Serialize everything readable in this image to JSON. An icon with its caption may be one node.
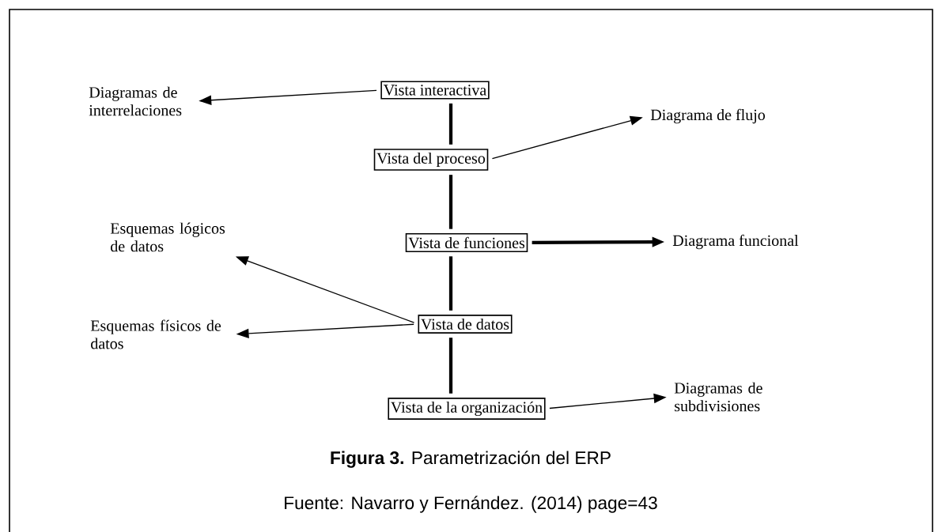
{
  "diagram": {
    "caption": "**Figura 3.** Parametrización del ERP",
    "nodes": [
      {
        "text": [
          "Vista interactiva"
        ]
      },
      {
        "text": [
          "Vista del proceso"
        ]
      },
      {
        "text": [
          "Vista de funciones"
        ]
      },
      {
        "text": [
          "Vista de datos"
        ]
      },
      {
        "text": [
          "Vista de la organización"
        ]
      },
      {
        "text": [
          "Diagramas de interrelaciones"
        ]
      },
      {
        "text": [
          "Diagrama de flujo"
        ]
      },
      {
        "text": [
          "Diagrama funcional"
        ]
      },
      {
        "text": [
          "Esquemas lógicos de datos"
        ]
      },
      {
        "text": [
          "Esquemas físicos de datos"
        ]
      },
      {
        "text": [
          "Diagramas de subdivisiones"
        ]
      }
    ],
    "edges": [
      {
        "from": 0,
        "to": 1,
        "arrow": "none",
        "style": "thick"
      },
      {
        "from": 1,
        "to": 2,
        "arrow": "none",
        "style": "thick"
      },
      {
        "from": 2,
        "to": 3,
        "arrow": "none",
        "style": "thick"
      },
      {
        "from": 3,
        "to": 4,
        "arrow": "none",
        "style": "thick"
      },
      {
        "from": 0,
        "to": 5,
        "arrow": "to"
      },
      {
        "from": 1,
        "to": 6,
        "arrow": "to"
      },
      {
        "from": 2,
        "to": 7,
        "arrow": "to",
        "style": "thick"
      },
      {
        "from": 3,
        "to": 8,
        "arrow": "to"
      },
      {
        "from": 3,
        "to": 9,
        "arrow": "to"
      },
      {
        "from": 4,
        "to": 10,
        "arrow": "to"
      }
    ],
    "labels": [
      "Fuente: Navarro y Fernández. (2014) page=43"
    ]
  }
}
